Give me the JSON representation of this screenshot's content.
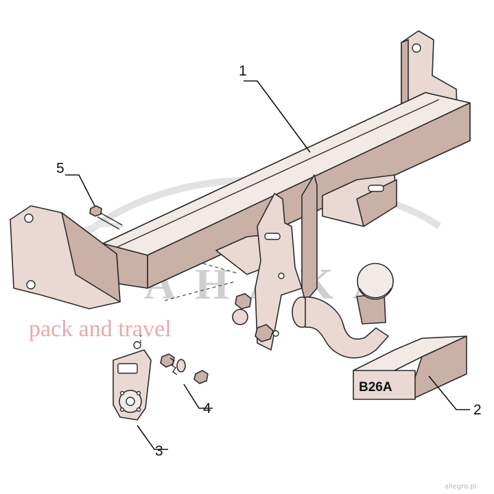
{
  "diagram": {
    "callouts": [
      "1",
      "2",
      "3",
      "4",
      "5"
    ],
    "kit_label": "B26A",
    "watermark": {
      "brand": "AHAKA",
      "tagline": "pack and travel",
      "corner": "allegro.pl"
    },
    "colors": {
      "part_fill": "#ead9d3",
      "part_shade": "#c9b1a8",
      "outline": "#2a2a2a",
      "background": "#ffffff"
    }
  }
}
